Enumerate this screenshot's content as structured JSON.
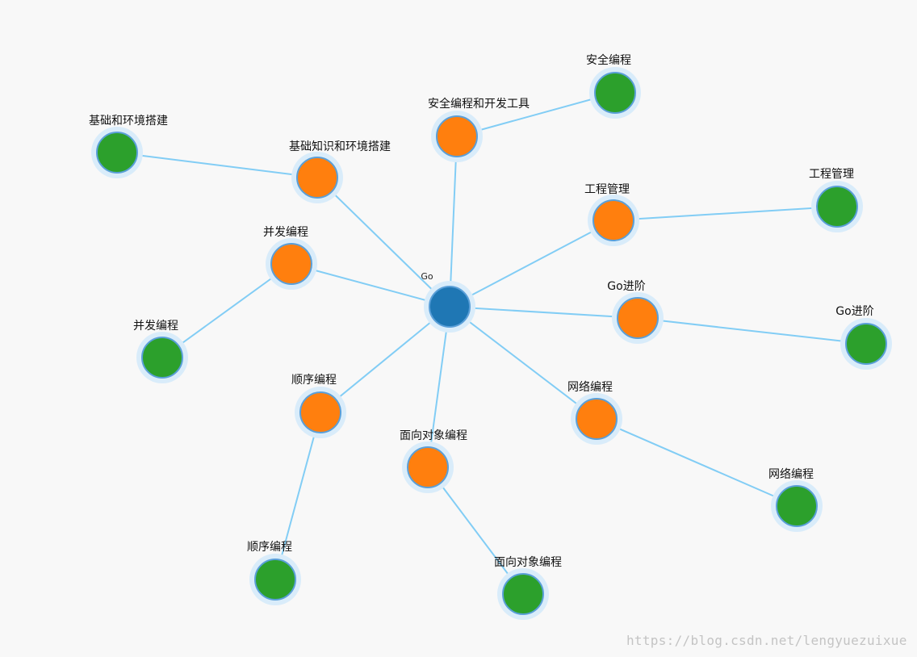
{
  "colors": {
    "root": "#1f77b4",
    "branch": "#ff7f0e",
    "leaf": "#2ca02c",
    "edge": "#82cdf5",
    "halo": "#d9ecfa"
  },
  "nodes": [
    {
      "id": "go",
      "label": "Go",
      "level": "root"
    },
    {
      "id": "b-basic",
      "label": "基础知识和环境搭建",
      "level": "branch"
    },
    {
      "id": "b-sec",
      "label": "安全编程和开发工具",
      "level": "branch"
    },
    {
      "id": "b-eng",
      "label": "工程管理",
      "level": "branch"
    },
    {
      "id": "b-conc",
      "label": "并发编程",
      "level": "branch"
    },
    {
      "id": "b-adv",
      "label": "Go进阶",
      "level": "branch"
    },
    {
      "id": "b-seq",
      "label": "顺序编程",
      "level": "branch"
    },
    {
      "id": "b-net",
      "label": "网络编程",
      "level": "branch"
    },
    {
      "id": "b-oop",
      "label": "面向对象编程",
      "level": "branch"
    },
    {
      "id": "l-basic",
      "label": "基础和环境搭建",
      "level": "leaf"
    },
    {
      "id": "l-sec",
      "label": "安全编程",
      "level": "leaf"
    },
    {
      "id": "l-eng",
      "label": "工程管理",
      "level": "leaf"
    },
    {
      "id": "l-conc",
      "label": "并发编程",
      "level": "leaf"
    },
    {
      "id": "l-adv",
      "label": "Go进阶",
      "level": "leaf"
    },
    {
      "id": "l-seq",
      "label": "顺序编程",
      "level": "leaf"
    },
    {
      "id": "l-net",
      "label": "网络编程",
      "level": "leaf"
    },
    {
      "id": "l-oop",
      "label": "面向对象编程",
      "level": "leaf"
    }
  ],
  "edges": [
    [
      "go",
      "b-basic"
    ],
    [
      "go",
      "b-sec"
    ],
    [
      "go",
      "b-eng"
    ],
    [
      "go",
      "b-conc"
    ],
    [
      "go",
      "b-adv"
    ],
    [
      "go",
      "b-seq"
    ],
    [
      "go",
      "b-net"
    ],
    [
      "go",
      "b-oop"
    ],
    [
      "b-basic",
      "l-basic"
    ],
    [
      "b-sec",
      "l-sec"
    ],
    [
      "b-eng",
      "l-eng"
    ],
    [
      "b-conc",
      "l-conc"
    ],
    [
      "b-adv",
      "l-adv"
    ],
    [
      "b-seq",
      "l-seq"
    ],
    [
      "b-net",
      "l-net"
    ],
    [
      "b-oop",
      "l-oop"
    ]
  ],
  "watermark": "https://blog.csdn.net/lengyuezuixue"
}
